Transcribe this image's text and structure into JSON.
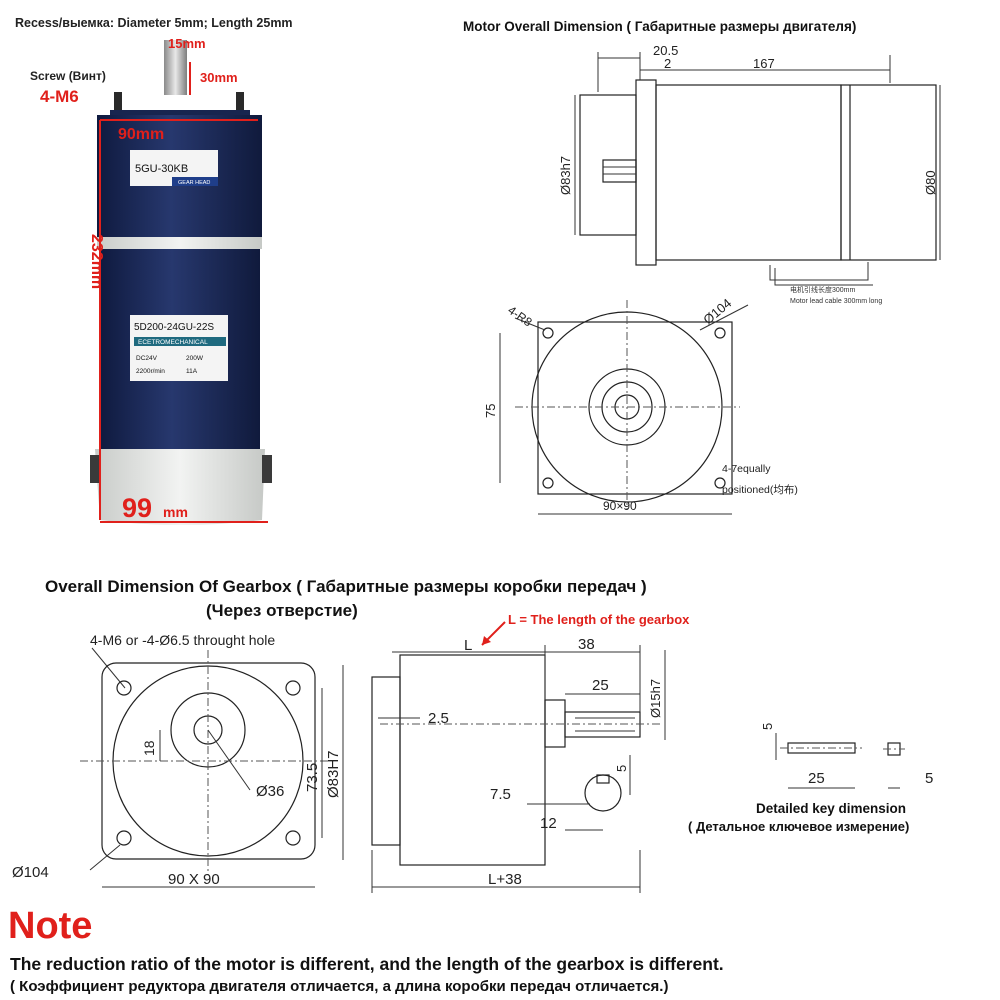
{
  "photo": {
    "recess": "Recess/выемка: Diameter 5mm; Length 25mm",
    "shaft_d": "15mm",
    "shaft_len": "30mm",
    "screw_label": "Screw (Винт)",
    "screw_size": "4-M6",
    "width": "90mm",
    "height": "232mm",
    "base_num": "99",
    "base_unit": "mm",
    "gear_label": "5GU-30KB",
    "gear_head": "GEAR HEAD",
    "motor_model": "5D200-24GU-22S",
    "motor_brand": "ECETROMECHANICAL",
    "spec_1": "DC24V",
    "spec_2": "200W",
    "spec_3": "2200r/min",
    "spec_4": "11A",
    "colors": {
      "body": "#1c2c5e",
      "cap": "#e4e6e4",
      "accent": "#e0201b"
    }
  },
  "motor_dim": {
    "title": "Motor Overall Dimension ( Габаритные размеры двигателя)",
    "d_20_5": "20.5",
    "d_2": "2",
    "d_167": "167",
    "d_83h7": "Ø83h7",
    "d_80": "Ø80",
    "cable_cn": "电机引线长度300mm",
    "cable_en": "Motor lead cable 300mm long",
    "r8": "4-R8",
    "d_104": "Ø104",
    "d_75": "75",
    "holes_1": "4-7equally",
    "holes_2": "positioned(均布)",
    "d_90x90": "90×90"
  },
  "gearbox": {
    "title": "Overall Dimension Of Gearbox ( Габаритные размеры коробки передач )",
    "subtitle": "(Через отверстие)",
    "l_note": "L = The length of the gearbox",
    "holes": "4-M6 or -4-Ø6.5 throught hole",
    "d_18": "18",
    "d_36": "Ø36",
    "d_73_5": "73.5",
    "d_83H7": "Ø83H7",
    "d_104": "Ø104",
    "d_90x90": "90 X 90",
    "L": "L",
    "d_38": "38",
    "d_25": "25",
    "d_15h7": "Ø15h7",
    "d_2_5": "2.5",
    "d_7_5": "7.5",
    "d_12": "12",
    "d_5": "5",
    "L38": "L+38"
  },
  "key": {
    "d_5a": "5",
    "d_25": "25",
    "d_5b": "5",
    "title": "Detailed key dimension",
    "subtitle": "( Детальное ключевое измерение)"
  },
  "note": {
    "heading": "Note",
    "line1": "The reduction ratio of the motor is different, and the length of the gearbox is different.",
    "line2": "( Коэффициент редуктора двигателя отличается,   а длина коробки передач отличается.)"
  }
}
